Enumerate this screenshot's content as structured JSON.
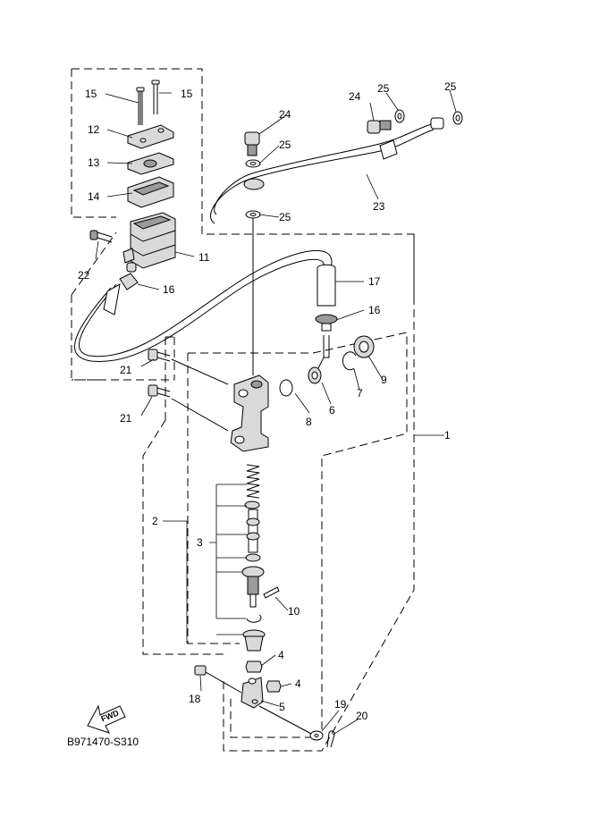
{
  "diagram": {
    "code": "B971470-S310",
    "fwd_label": "FWD",
    "callouts": [
      {
        "id": "c15a",
        "text": "15"
      },
      {
        "id": "c15b",
        "text": "15"
      },
      {
        "id": "c12",
        "text": "12"
      },
      {
        "id": "c13",
        "text": "13"
      },
      {
        "id": "c14",
        "text": "14"
      },
      {
        "id": "c11",
        "text": "11"
      },
      {
        "id": "c22",
        "text": "22"
      },
      {
        "id": "c16a",
        "text": "16"
      },
      {
        "id": "c24a",
        "text": "24"
      },
      {
        "id": "c25a",
        "text": "25"
      },
      {
        "id": "c25b",
        "text": "25"
      },
      {
        "id": "c24b",
        "text": "24"
      },
      {
        "id": "c25c",
        "text": "25"
      },
      {
        "id": "c25d",
        "text": "25"
      },
      {
        "id": "c23",
        "text": "23"
      },
      {
        "id": "c17",
        "text": "17"
      },
      {
        "id": "c16b",
        "text": "16"
      },
      {
        "id": "c21a",
        "text": "21"
      },
      {
        "id": "c21b",
        "text": "21"
      },
      {
        "id": "c8",
        "text": "8"
      },
      {
        "id": "c6",
        "text": "6"
      },
      {
        "id": "c7",
        "text": "7"
      },
      {
        "id": "c9",
        "text": "9"
      },
      {
        "id": "c1",
        "text": "1"
      },
      {
        "id": "c2",
        "text": "2"
      },
      {
        "id": "c3",
        "text": "3"
      },
      {
        "id": "c10",
        "text": "10"
      },
      {
        "id": "c4a",
        "text": "4"
      },
      {
        "id": "c4b",
        "text": "4"
      },
      {
        "id": "c18",
        "text": "18"
      },
      {
        "id": "c5",
        "text": "5"
      },
      {
        "id": "c19",
        "text": "19"
      },
      {
        "id": "c20",
        "text": "20"
      }
    ]
  }
}
